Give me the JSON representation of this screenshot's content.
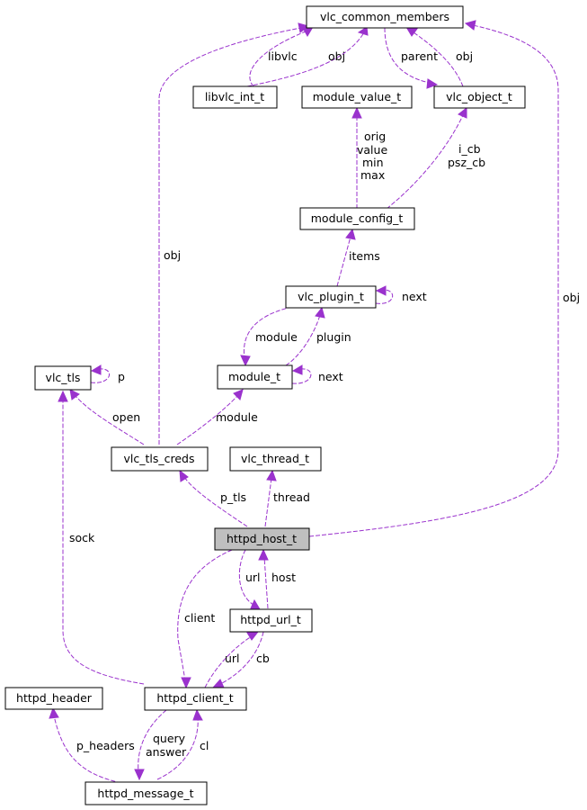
{
  "nodes": {
    "vlc_common_members": "vlc_common_members",
    "libvlc_int_t": "libvlc_int_t",
    "module_value_t": "module_value_t",
    "vlc_object_t": "vlc_object_t",
    "module_config_t": "module_config_t",
    "vlc_plugin_t": "vlc_plugin_t",
    "vlc_tls": "vlc_tls",
    "module_t": "module_t",
    "vlc_tls_creds": "vlc_tls_creds",
    "vlc_thread_t": "vlc_thread_t",
    "httpd_host_t": "httpd_host_t",
    "httpd_url_t": "httpd_url_t",
    "httpd_header": "httpd_header",
    "httpd_client_t": "httpd_client_t",
    "httpd_message_t": "httpd_message_t"
  },
  "edge_labels": {
    "libvlc": "libvlc",
    "libvlc_obj": "obj",
    "parent": "parent",
    "object_obj": "obj",
    "orig": "orig",
    "value": "value",
    "min": "min",
    "max": "max",
    "i_cb": "i_cb",
    "psz_cb": "psz_cb",
    "items": "items",
    "plugin_next": "next",
    "module": "module",
    "plugin": "plugin",
    "tls_p": "p",
    "module_next": "next",
    "creds_obj": "obj",
    "open": "open",
    "creds_module": "module",
    "host_obj": "obj",
    "p_tls": "p_tls",
    "thread": "thread",
    "sock": "sock",
    "url": "url",
    "host": "host",
    "client": "client",
    "client_url": "url",
    "cb": "cb",
    "p_headers": "p_headers",
    "query": "query",
    "answer": "answer",
    "cl": "cl"
  }
}
